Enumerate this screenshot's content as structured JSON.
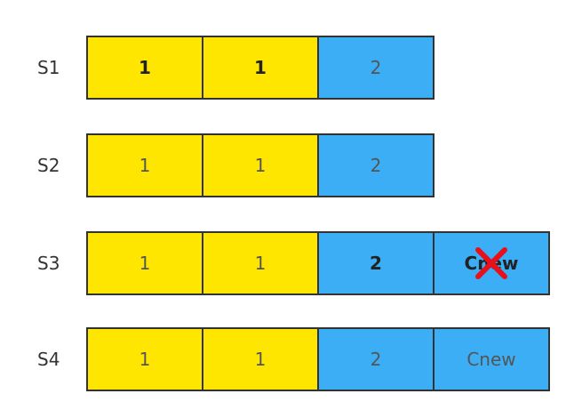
{
  "colors": {
    "yellow": "#FFE600",
    "blue": "#3BAEF5",
    "border": "#333333",
    "cross": "#E8101B"
  },
  "rows": [
    {
      "label": "S1",
      "cells": [
        {
          "text": "1",
          "fill": "yellow",
          "bold": true
        },
        {
          "text": "1",
          "fill": "yellow",
          "bold": true
        },
        {
          "text": "2",
          "fill": "blue",
          "bold": false
        }
      ]
    },
    {
      "label": "S2",
      "cells": [
        {
          "text": "1",
          "fill": "yellow",
          "bold": false
        },
        {
          "text": "1",
          "fill": "yellow",
          "bold": false
        },
        {
          "text": "2",
          "fill": "blue",
          "bold": false
        }
      ]
    },
    {
      "label": "S3",
      "cells": [
        {
          "text": "1",
          "fill": "yellow",
          "bold": false
        },
        {
          "text": "1",
          "fill": "yellow",
          "bold": false
        },
        {
          "text": "2",
          "fill": "blue",
          "bold": true
        },
        {
          "text": "Cnew",
          "fill": "blue",
          "bold": true,
          "crossed": true
        }
      ]
    },
    {
      "label": "S4",
      "cells": [
        {
          "text": "1",
          "fill": "yellow",
          "bold": false
        },
        {
          "text": "1",
          "fill": "yellow",
          "bold": false
        },
        {
          "text": "2",
          "fill": "blue",
          "bold": false
        },
        {
          "text": "Cnew",
          "fill": "blue",
          "bold": false
        }
      ]
    }
  ]
}
